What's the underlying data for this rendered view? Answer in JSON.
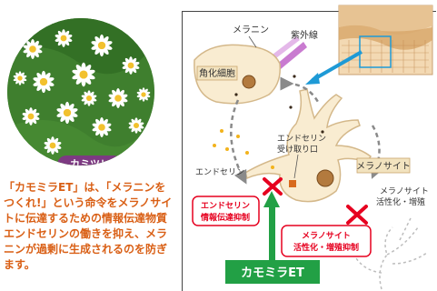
{
  "photo": {
    "badge": "カミツレ",
    "petal_color": "#ffffff",
    "center_color": "#f2c12e"
  },
  "description": "「カモミラET」は、「メラニンをつくれ!」という命令をメラノサイトに伝達するための情報伝達物質エンドセリンの働きを抑え、メラニンが過剰に生成されるのを防ぎます。",
  "diagram": {
    "labels": {
      "melanin": "メラニン",
      "uv": "紫外線",
      "keratinocyte": "角化細胞",
      "endothelin_receptor_line1": "エンドセリン",
      "endothelin_receptor_line2": "受け取り口",
      "endothelin": "エンドセリン",
      "melanocyte": "メラノサイト",
      "activation_line1": "メラノサイト",
      "activation_line2": "活性化・増殖"
    },
    "suppress_boxes": [
      {
        "line1": "エンドセリン",
        "line2": "情報伝達抑制"
      },
      {
        "line1": "メラノサイト",
        "line2": "活性化・増殖抑制"
      }
    ],
    "product_label": "カモミラET"
  },
  "colors": {
    "text_orange": "#d95f15",
    "badge_purple": "#7d3a82",
    "suppress_red": "#e6001f",
    "product_green": "#22a045",
    "uv_purple": "#c064c8",
    "arrow_blue": "#1e9ad6",
    "cell_fill": "#f9ecd1",
    "cell_stroke": "#d4b88a"
  }
}
